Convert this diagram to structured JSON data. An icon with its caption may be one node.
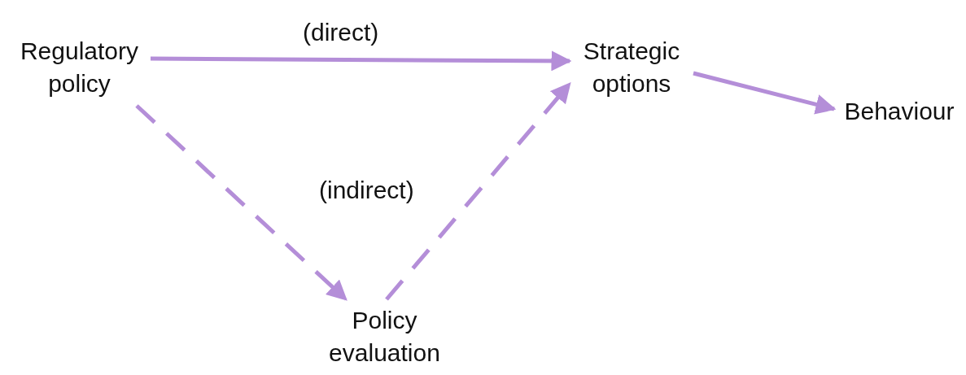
{
  "diagram": {
    "nodes": [
      {
        "text": [
          "Regulatory policy"
        ]
      },
      {
        "text": [
          "Strategic options"
        ]
      },
      {
        "text": [
          "Behaviour"
        ]
      },
      {
        "text": [
          "Policy evaluation"
        ]
      }
    ],
    "edges": [
      {
        "from": 0,
        "to": 1,
        "arrow": "to",
        "label": "(direct)"
      },
      {
        "from": 0,
        "to": 3,
        "arrow": "to",
        "style": "dashed"
      },
      {
        "from": 3,
        "to": 1,
        "arrow": "to",
        "style": "dashed"
      },
      {
        "from": 1,
        "to": 2,
        "arrow": "to"
      }
    ],
    "labels": [
      "(indirect)"
    ]
  }
}
